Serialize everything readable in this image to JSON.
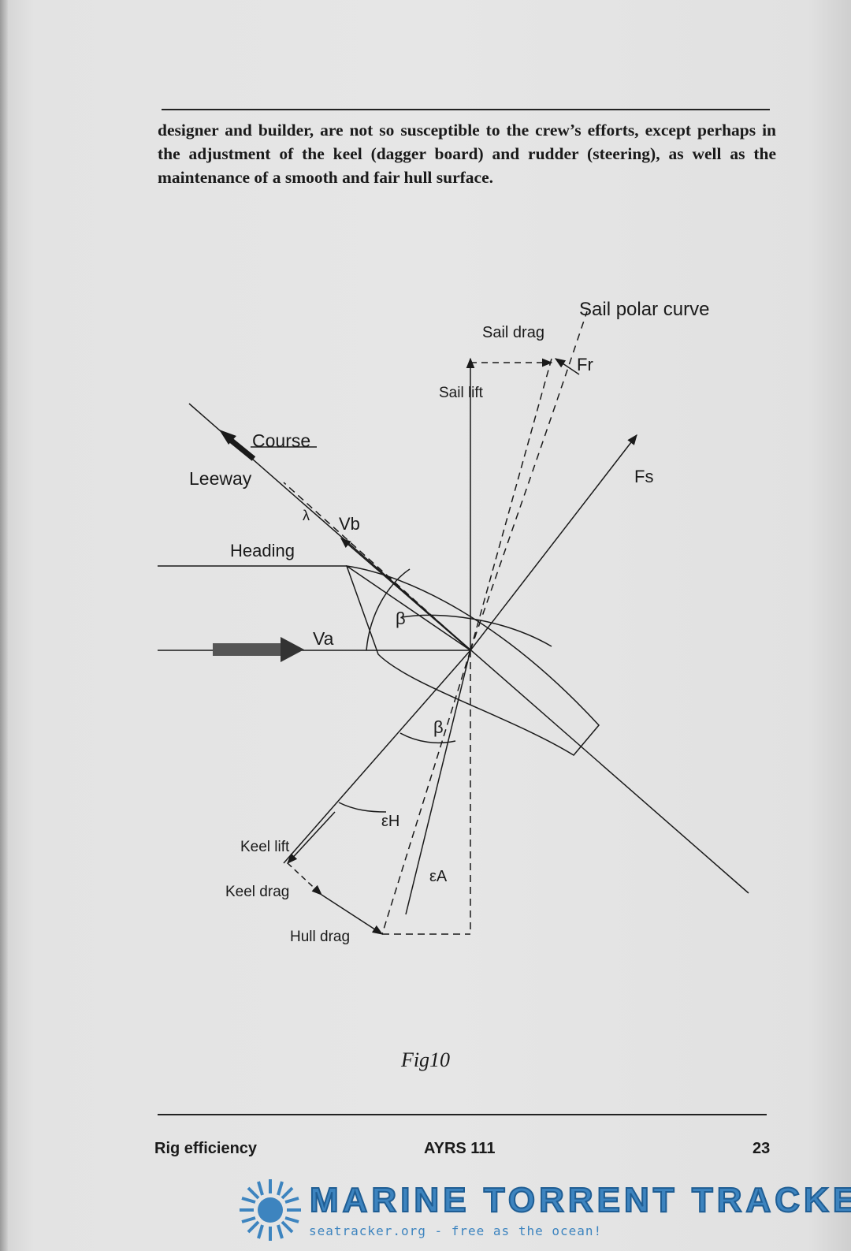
{
  "body_text": "designer and builder, are not so susceptible to the crew’s efforts, except perhaps in the adjustment of the keel (dagger board) and rudder (steering), as well as the maintenance of a smooth and fair hull surface.",
  "figure": {
    "labels": {
      "sail_polar_curve": "Sail polar curve",
      "sail_drag": "Sail drag",
      "fr": "Fr",
      "sail_lift": "Sail lift",
      "fs": "Fs",
      "course": "Course",
      "leeway": "Leeway",
      "lambda": "λ",
      "vb": "Vb",
      "heading": "Heading",
      "beta_upper": "β",
      "va": "Va",
      "beta_lower": "β",
      "eps_h": "εH",
      "keel_lift": "Keel lift",
      "eps_a": "εA",
      "keel_drag": "Keel drag",
      "hull_drag": "Hull drag"
    },
    "caption": "Fig10"
  },
  "footer": {
    "left": "Rig efficiency",
    "center": "AYRS 111",
    "page_number": "23"
  },
  "banner": {
    "title": "MARINE TORRENT TRACKER",
    "subtitle": "seatracker.org - free as the ocean!",
    "color": "#3d84bf",
    "icon": "sun-icon"
  }
}
